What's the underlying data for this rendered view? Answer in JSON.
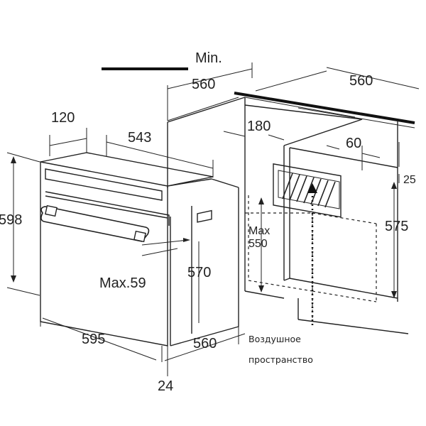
{
  "labels": {
    "min": "Min.",
    "niche_width_top": "560",
    "counter_width_right": "560",
    "oven_depth_top": "120",
    "oven_width_inner": "543",
    "vent_offset": "180",
    "vent_depth": "60",
    "counter_thickness": "25",
    "oven_height": "598",
    "niche_height_right": "575",
    "max": "Max",
    "max_value": "550",
    "inner_height": "570",
    "max59": "Max.59",
    "oven_width": "595",
    "oven_depth_bottom": "560",
    "panel_depth": "24",
    "air_space_line1": "Воздушное",
    "air_space_line2": "пространство"
  }
}
